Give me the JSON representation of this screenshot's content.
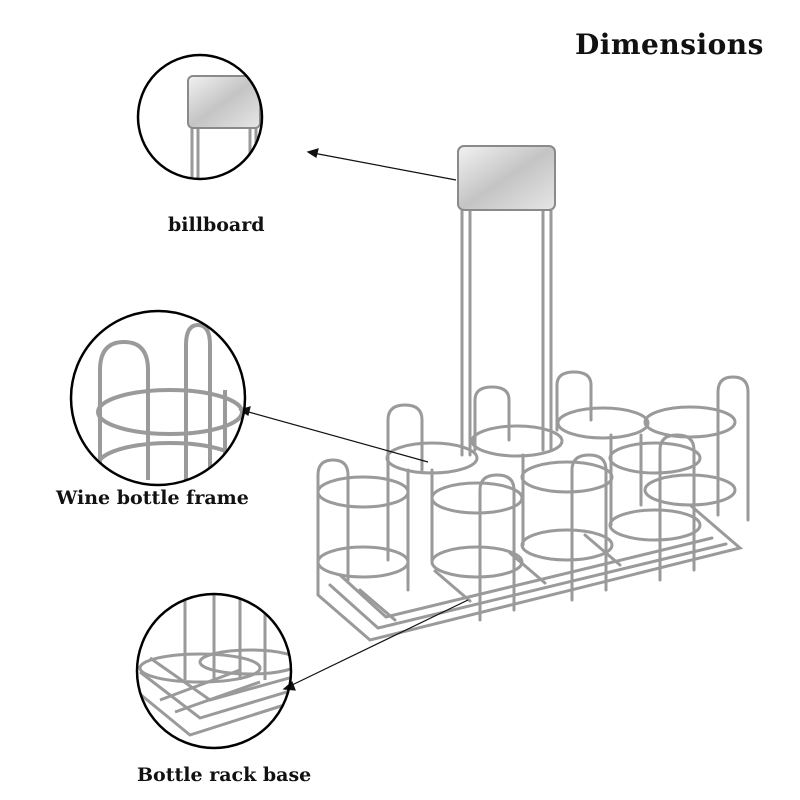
{
  "heading": "Dimensions",
  "callouts": [
    {
      "label": "billboard",
      "icon": "billboard-zoom-icon"
    },
    {
      "label": "Wine bottle frame",
      "icon": "bottle-frame-zoom-icon"
    },
    {
      "label": "Bottle rack base",
      "icon": "rack-base-zoom-icon"
    }
  ],
  "colors": {
    "text": "#111111",
    "chrome": "#9a9a9a",
    "chrome_light": "#d9d9d9",
    "plate": "#c4c4c4",
    "circle_outline": "#000000"
  }
}
